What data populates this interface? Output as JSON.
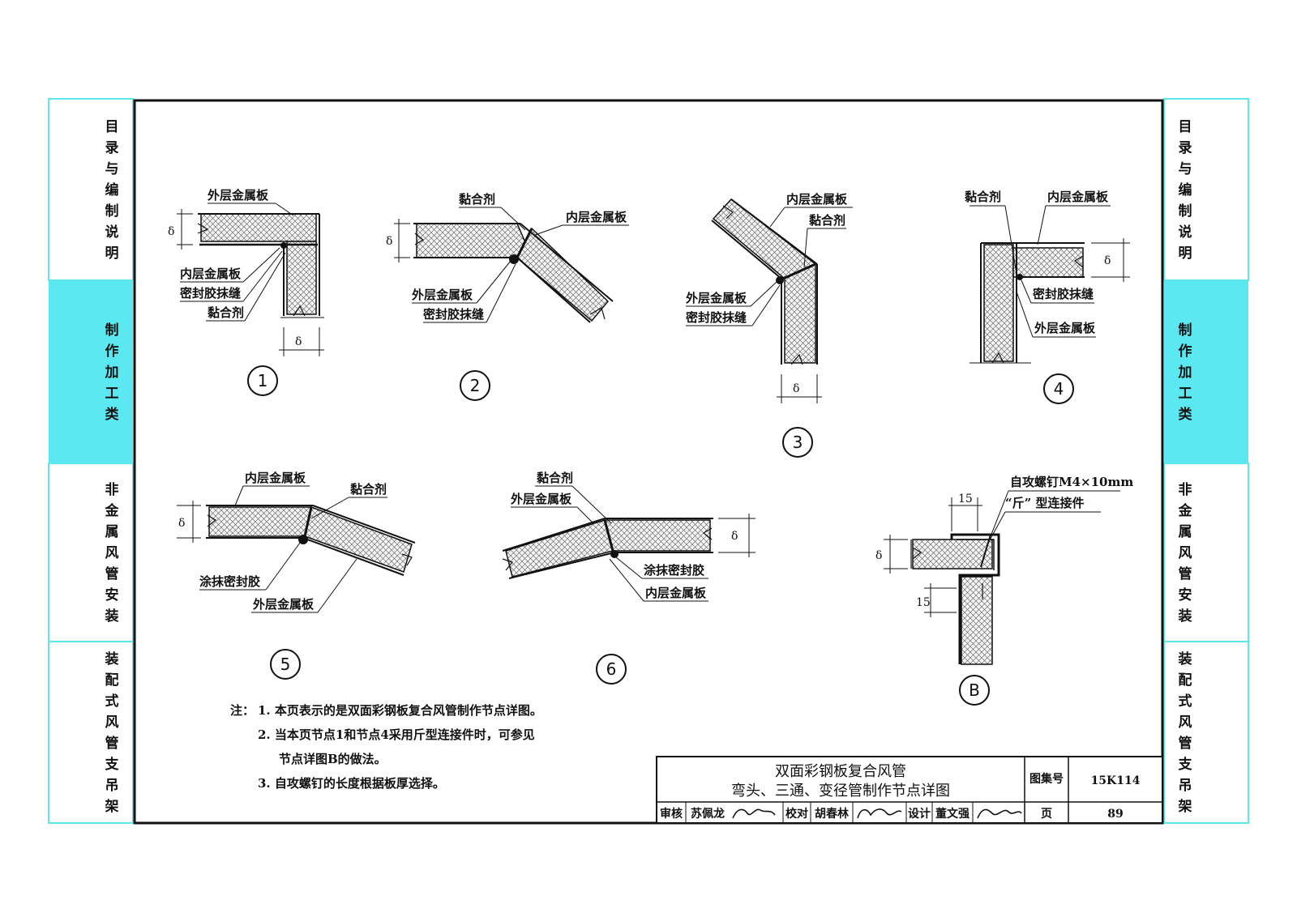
{
  "side_tabs": {
    "left": [
      {
        "chars": [
          "目",
          "录",
          "与",
          "编",
          "制",
          "说",
          "明"
        ],
        "active": false
      },
      {
        "chars": [
          "制",
          "作",
          "加",
          "工",
          "类"
        ],
        "active": true
      },
      {
        "chars": [
          "非",
          "金",
          "属",
          "风",
          "管",
          "安",
          "装"
        ],
        "active": false
      },
      {
        "chars": [
          "装",
          "配",
          "式",
          "风",
          "管",
          "支",
          "吊",
          "架"
        ],
        "active": false
      }
    ],
    "right": [
      {
        "chars": [
          "目",
          "录",
          "与",
          "编",
          "制",
          "说",
          "明"
        ],
        "active": false
      },
      {
        "chars": [
          "制",
          "作",
          "加",
          "工",
          "类"
        ],
        "active": true
      },
      {
        "chars": [
          "非",
          "金",
          "属",
          "风",
          "管",
          "安",
          "装"
        ],
        "active": false
      },
      {
        "chars": [
          "装",
          "配",
          "式",
          "风",
          "管",
          "支",
          "吊",
          "架"
        ],
        "active": false
      }
    ],
    "active_color": "#5ce8f0",
    "border_color": "#5ce8f0"
  },
  "details": {
    "d1": {
      "number": "1",
      "labels": {
        "outer_plate": "外层金属板",
        "inner_plate": "内层金属板",
        "sealant": "密封胶抹缝",
        "adhesive": "黏合剂"
      },
      "delta": "δ"
    },
    "d2": {
      "number": "2",
      "labels": {
        "adhesive": "黏合剂",
        "inner_plate": "内层金属板",
        "outer_plate": "外层金属板",
        "sealant": "密封胶抹缝"
      },
      "delta": "δ"
    },
    "d3": {
      "number": "3",
      "labels": {
        "inner_plate": "内层金属板",
        "adhesive": "黏合剂",
        "outer_plate": "外层金属板",
        "sealant": "密封胶抹缝"
      },
      "delta": "δ"
    },
    "d4": {
      "number": "4",
      "labels": {
        "adhesive": "黏合剂",
        "inner_plate": "内层金属板",
        "sealant": "密封胶抹缝",
        "outer_plate": "外层金属板"
      },
      "delta": "δ"
    },
    "d5": {
      "number": "5",
      "labels": {
        "inner_plate": "内层金属板",
        "adhesive": "黏合剂",
        "sealant": "涂抹密封胶",
        "outer_plate": "外层金属板"
      },
      "delta": "δ"
    },
    "d6": {
      "number": "6",
      "labels": {
        "adhesive": "黏合剂",
        "outer_plate": "外层金属板",
        "sealant": "涂抹密封胶",
        "inner_plate": "内层金属板"
      },
      "delta": "δ"
    },
    "dB": {
      "number": "B",
      "labels": {
        "screw": "自攻螺钉M4×10mm",
        "connector": "“斤” 型连接件"
      },
      "dim_top": "15",
      "dim_side": "15",
      "delta": "δ"
    }
  },
  "notes": {
    "prefix": "注：",
    "items": [
      "1. 本页表示的是双面彩钢板复合风管制作节点详图。",
      "2. 当本页节点1和节点4采用斤型连接件时，可参见",
      "节点详图B的做法。",
      "3. 自攻螺钉的长度根据板厚选择。"
    ]
  },
  "title_block": {
    "title_line1": "双面彩钢板复合风管",
    "title_line2": "弯头、三通、变径管制作节点详图",
    "atlas_label": "图集号",
    "atlas_number": "15K114",
    "page_label": "页",
    "page_number": "89",
    "review_label": "审核",
    "reviewer": "苏佩龙",
    "check_label": "校对",
    "checker": "胡春林",
    "design_label": "设计",
    "designer": "董文强"
  }
}
